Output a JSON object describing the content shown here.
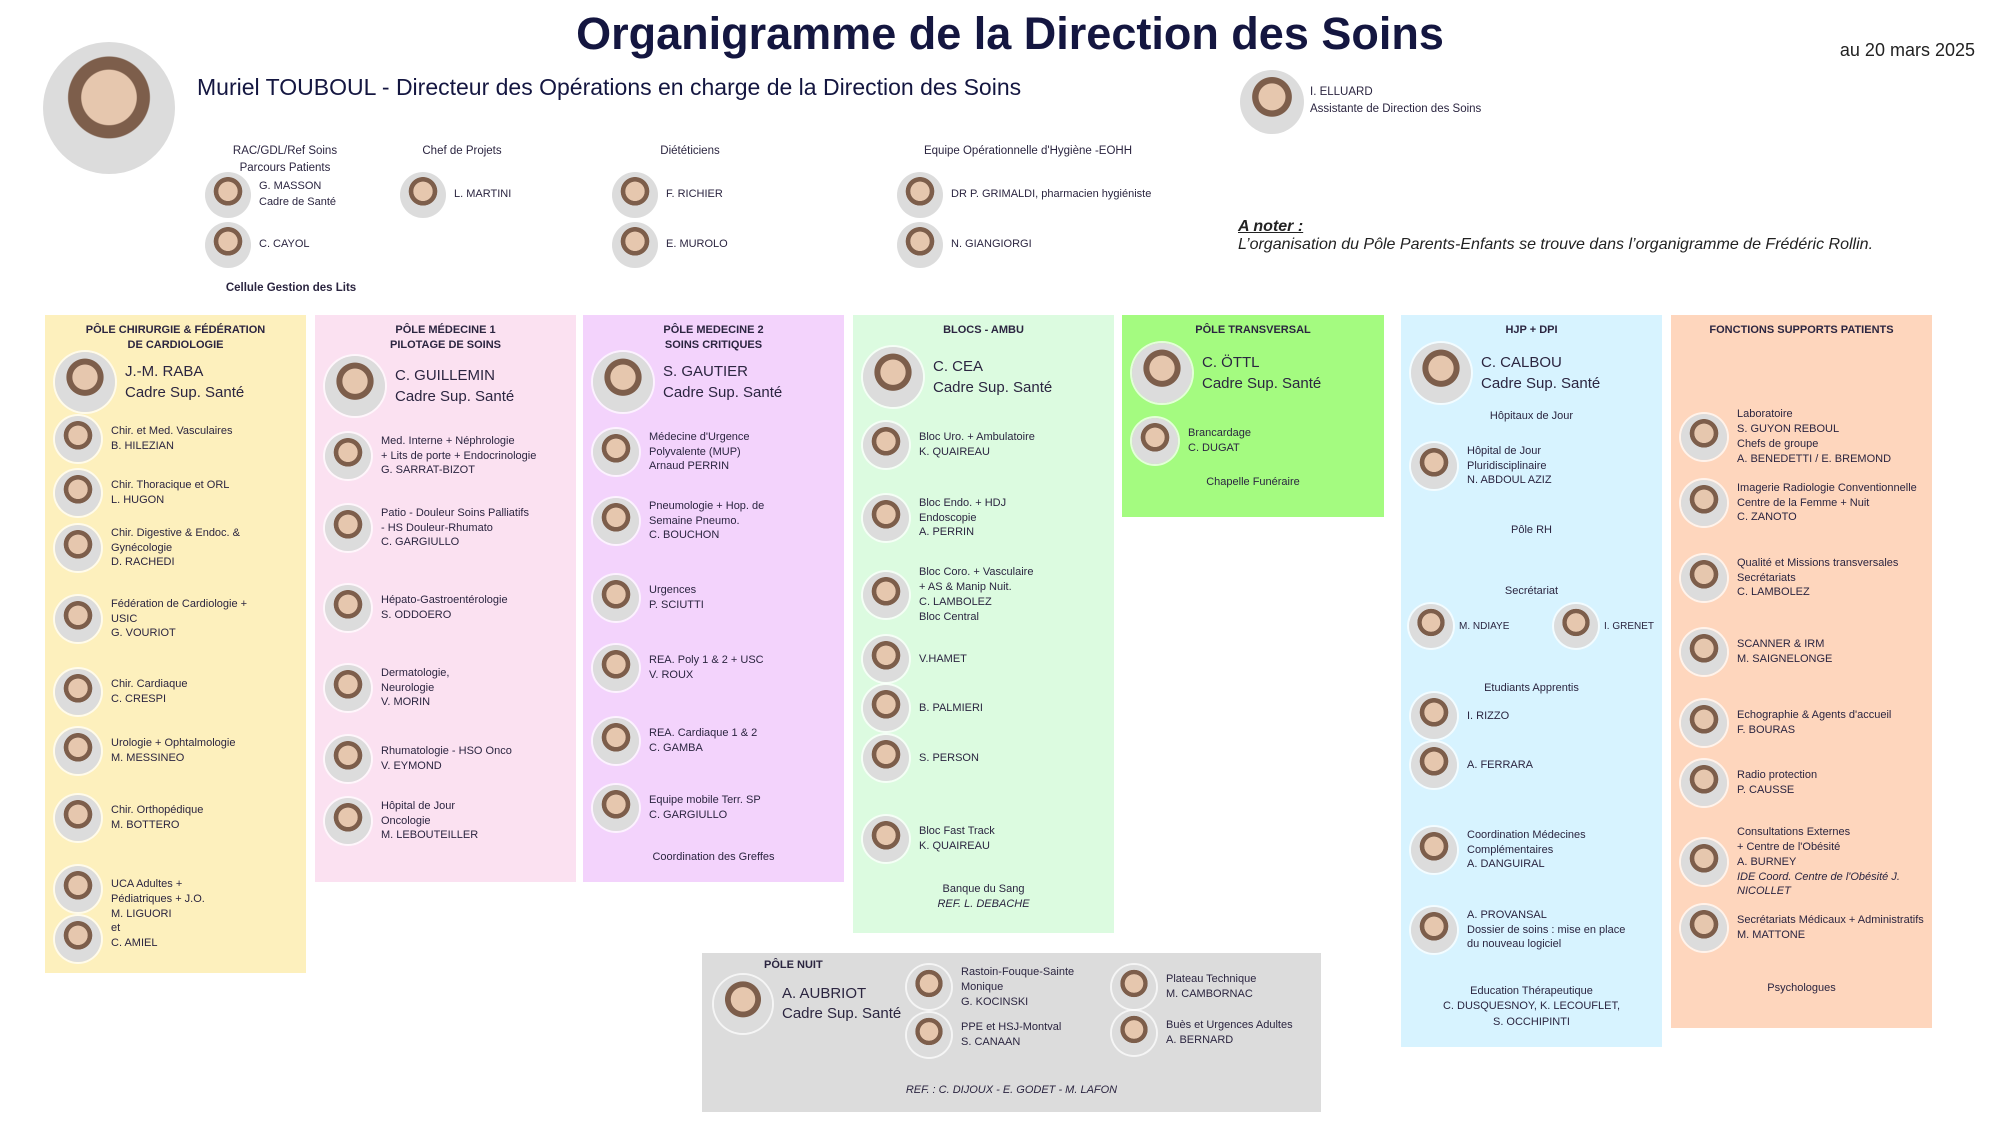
{
  "header": {
    "title": "Organigramme de la Direction des Soins",
    "subtitle": "Muriel TOUBOUL - Directeur des Opérations en charge de la Direction des Soins",
    "date": "au 20 mars 2025",
    "assistant": {
      "name": "I. ELLUARD",
      "role": "Assistante de Direction des Soins"
    },
    "note": {
      "label": "A noter :",
      "text": "L’organisation du Pôle Parents-Enfants se trouve dans l’organigramme de Frédéric Rollin."
    }
  },
  "top_groups": [
    {
      "title": [
        "RAC/GDL/Ref Soins",
        "Parcours Patients"
      ],
      "people": [
        {
          "lines": [
            "G. MASSON",
            "Cadre de Santé"
          ]
        },
        {
          "lines": [
            "C. CAYOL"
          ]
        }
      ],
      "footer": "Cellule Gestion des Lits"
    },
    {
      "title": [
        "Chef de Projets"
      ],
      "people": [
        {
          "lines": [
            "L. MARTINI"
          ]
        }
      ]
    },
    {
      "title": [
        "Diététiciens"
      ],
      "people": [
        {
          "lines": [
            "F. RICHIER"
          ]
        },
        {
          "lines": [
            "E. MUROLO"
          ]
        }
      ]
    },
    {
      "title": [
        "Equipe Opérationnelle d'Hygiène -EOHH"
      ],
      "people": [
        {
          "lines": [
            "DR P. GRIMALDI, pharmacien hygiéniste"
          ]
        },
        {
          "lines": [
            "N. GIANGIORGI"
          ]
        }
      ]
    }
  ],
  "poles": [
    {
      "title": [
        "PÔLE CHIRURGIE & FÉDÉRATION",
        "DE CARDIOLOGIE"
      ],
      "color": "#fdf0bd",
      "items": [
        {
          "kind": "lead",
          "lines": [
            "J.-M. RABA",
            "Cadre Sup. Santé"
          ]
        },
        {
          "kind": "person",
          "lines": [
            "Chir. et Med. Vasculaires",
            "B. HILEZIAN"
          ]
        },
        {
          "kind": "person",
          "lines": [
            "Chir. Thoracique et ORL",
            "L. HUGON"
          ]
        },
        {
          "kind": "person",
          "lines": [
            "Chir. Digestive & Endoc. &",
            "Gynécologie",
            "D. RACHEDI"
          ]
        },
        {
          "kind": "person",
          "lines": [
            "Fédération de Cardiologie +",
            "USIC",
            "G. VOURIOT"
          ]
        },
        {
          "kind": "person",
          "lines": [
            "Chir. Cardiaque",
            "C. CRESPI"
          ]
        },
        {
          "kind": "person",
          "lines": [
            "Urologie + Ophtalmologie",
            "M. MESSINEO"
          ]
        },
        {
          "kind": "person",
          "lines": [
            "Chir. Orthopédique",
            "M. BOTTERO"
          ]
        },
        {
          "kind": "person2",
          "lines": [
            "UCA Adultes +",
            "Pédiatriques + J.O.",
            "M. LIGUORI",
            "et",
            "C. AMIEL"
          ]
        }
      ]
    },
    {
      "title": [
        "PÔLE MÉDECINE 1",
        "PILOTAGE DE SOINS"
      ],
      "color": "#fbe1f1",
      "items": [
        {
          "kind": "lead",
          "lines": [
            "C. GUILLEMIN",
            "Cadre Sup. Santé"
          ]
        },
        {
          "kind": "person",
          "lines": [
            "Med. Interne + Néphrologie",
            "+ Lits de porte + Endocrinologie",
            "G. SARRAT-BIZOT"
          ]
        },
        {
          "kind": "person",
          "lines": [
            "Patio - Douleur Soins Palliatifs",
            "- HS Douleur-Rhumato",
            "C. GARGIULLO"
          ]
        },
        {
          "kind": "person",
          "lines": [
            "Hépato-Gastroentérologie",
            "S. ODDOERO"
          ]
        },
        {
          "kind": "person",
          "lines": [
            "Dermatologie,",
            "Neurologie",
            "V. MORIN"
          ]
        },
        {
          "kind": "person",
          "lines": [
            "Rhumatologie - HSO Onco",
            "V. EYMOND"
          ]
        },
        {
          "kind": "person",
          "lines": [
            "Hôpital de Jour",
            "Oncologie",
            "M. LEBOUTEILLER"
          ]
        }
      ]
    },
    {
      "title": [
        "PÔLE MEDECINE 2",
        "SOINS CRITIQUES"
      ],
      "color": "#f3d3fc",
      "items": [
        {
          "kind": "lead",
          "lines": [
            "S. GAUTIER",
            "Cadre Sup. Santé"
          ]
        },
        {
          "kind": "person",
          "lines": [
            "Médecine d'Urgence",
            "Polyvalente (MUP)",
            "Arnaud PERRIN"
          ]
        },
        {
          "kind": "person",
          "lines": [
            "Pneumologie + Hop. de",
            "Semaine Pneumo.",
            "C. BOUCHON"
          ]
        },
        {
          "kind": "person",
          "lines": [
            "Urgences",
            "P. SCIUTTI"
          ]
        },
        {
          "kind": "person",
          "lines": [
            "REA. Poly 1 & 2 + USC",
            "V. ROUX"
          ]
        },
        {
          "kind": "person",
          "lines": [
            "REA. Cardiaque 1 & 2",
            "C. GAMBA"
          ]
        },
        {
          "kind": "person",
          "lines": [
            "Equipe mobile Terr. SP",
            "C. GARGIULLO"
          ]
        },
        {
          "kind": "label",
          "lines": [
            "Coordination des Greffes"
          ]
        }
      ]
    },
    {
      "title": [
        "BLOCS - AMBU"
      ],
      "color": "#dcfbe0",
      "items": [
        {
          "kind": "lead",
          "lines": [
            "C. CEA",
            "Cadre Sup. Santé"
          ]
        },
        {
          "kind": "person",
          "lines": [
            "Bloc Uro. + Ambulatoire",
            "K. QUAIREAU"
          ]
        },
        {
          "kind": "person",
          "lines": [
            "Bloc Endo. + HDJ",
            "Endoscopie",
            "A. PERRIN"
          ]
        },
        {
          "kind": "person",
          "lines": [
            "Bloc Coro. + Vasculaire",
            "+ AS & Manip Nuit.",
            "C. LAMBOLEZ",
            "Bloc Central"
          ]
        },
        {
          "kind": "person",
          "lines": [
            "V.HAMET"
          ]
        },
        {
          "kind": "person",
          "lines": [
            "B. PALMIERI"
          ]
        },
        {
          "kind": "person",
          "lines": [
            "S. PERSON"
          ]
        },
        {
          "kind": "person",
          "lines": [
            "Bloc Fast Track",
            "K. QUAIREAU"
          ]
        },
        {
          "kind": "label",
          "lines": [
            "Banque du Sang"
          ],
          "note": "REF.  L. DEBACHE"
        }
      ]
    },
    {
      "title": [
        "PÔLE TRANSVERSAL"
      ],
      "color": "#a4fb80",
      "items": [
        {
          "kind": "lead",
          "lines": [
            "C. ÖTTL",
            "Cadre Sup. Santé"
          ]
        },
        {
          "kind": "person",
          "lines": [
            "Brancardage",
            "C. DUGAT"
          ]
        },
        {
          "kind": "label",
          "lines": [
            "Chapelle Funéraire"
          ]
        }
      ]
    },
    {
      "title": [
        "HJP + DPI"
      ],
      "color": "#d7f3ff",
      "items": [
        {
          "kind": "lead",
          "lines": [
            "C. CALBOU",
            "Cadre Sup. Santé"
          ]
        },
        {
          "kind": "label",
          "lines": [
            "Hôpitaux de Jour"
          ]
        },
        {
          "kind": "person",
          "lines": [
            "Hôpital de Jour",
            "Pluridisciplinaire",
            "N. ABDOUL AZIZ"
          ]
        },
        {
          "kind": "label",
          "lines": [
            "Pôle RH"
          ]
        },
        {
          "kind": "label",
          "lines": [
            "Secrétariat"
          ]
        },
        {
          "kind": "pair",
          "lines": [
            "M. NDIAYE",
            "I. GRENET"
          ]
        },
        {
          "kind": "label",
          "lines": [
            "Etudiants Apprentis"
          ]
        },
        {
          "kind": "person",
          "lines": [
            "I. RIZZO"
          ]
        },
        {
          "kind": "person",
          "lines": [
            "A. FERRARA"
          ]
        },
        {
          "kind": "person",
          "lines": [
            "Coordination  Médecines",
            "Complémentaires",
            "A. DANGUIRAL"
          ]
        },
        {
          "kind": "person",
          "lines": [
            "A. PROVANSAL",
            "Dossier de soins : mise en place",
            "du nouveau logiciel"
          ]
        },
        {
          "kind": "label",
          "lines": [
            "Education Thérapeutique",
            "C. DUSQUESNOY, K. LECOUFLET,",
            "S. OCCHIPINTI"
          ]
        }
      ]
    },
    {
      "title": [
        "FONCTIONS SUPPORTS PATIENTS"
      ],
      "color": "#fed6bd",
      "items": [
        {
          "kind": "person",
          "lines": [
            "Laboratoire",
            "S. GUYON REBOUL",
            "Chefs de groupe",
            "A. BENEDETTI / E. BREMOND"
          ]
        },
        {
          "kind": "person",
          "lines": [
            "Imagerie Radiologie Conventionnelle",
            "Centre de la Femme + Nuit",
            "C. ZANOTO"
          ]
        },
        {
          "kind": "person",
          "lines": [
            "Qualité et Missions transversales",
            "Secrétariats",
            "C. LAMBOLEZ"
          ]
        },
        {
          "kind": "person",
          "lines": [
            "SCANNER & IRM",
            "M. SAIGNELONGE"
          ]
        },
        {
          "kind": "person",
          "lines": [
            "Echographie & Agents d'accueil",
            "F. BOURAS"
          ]
        },
        {
          "kind": "person",
          "lines": [
            "Radio protection",
            "P. CAUSSE"
          ]
        },
        {
          "kind": "person",
          "lines": [
            "Consultations Externes",
            "+ Centre de l'Obésité",
            "A. BURNEY"
          ],
          "note": "IDE Coord. Centre de l'Obésité J. NICOLLET"
        },
        {
          "kind": "person",
          "lines": [
            "Secrétariats Médicaux + Administratifs",
            "M. MATTONE"
          ]
        },
        {
          "kind": "label",
          "lines": [
            "Psychologues"
          ]
        }
      ]
    }
  ],
  "nuit": {
    "title": "PÔLE NUIT",
    "lead": [
      "A. AUBRIOT",
      "Cadre Sup. Santé"
    ],
    "people": [
      {
        "lines": [
          "Rastoin-Fouque-Sainte",
          "Monique",
          "G. KOCINSKI"
        ]
      },
      {
        "lines": [
          "PPE et HSJ-Montval",
          "S. CANAAN"
        ]
      },
      {
        "lines": [
          "Plateau Technique",
          "M. CAMBORNAC"
        ]
      },
      {
        "lines": [
          "Buès et Urgences Adultes",
          "A. BERNARD"
        ]
      }
    ],
    "ref": "REF.  : C. DIJOUX - E. GODET - M. LAFON"
  }
}
